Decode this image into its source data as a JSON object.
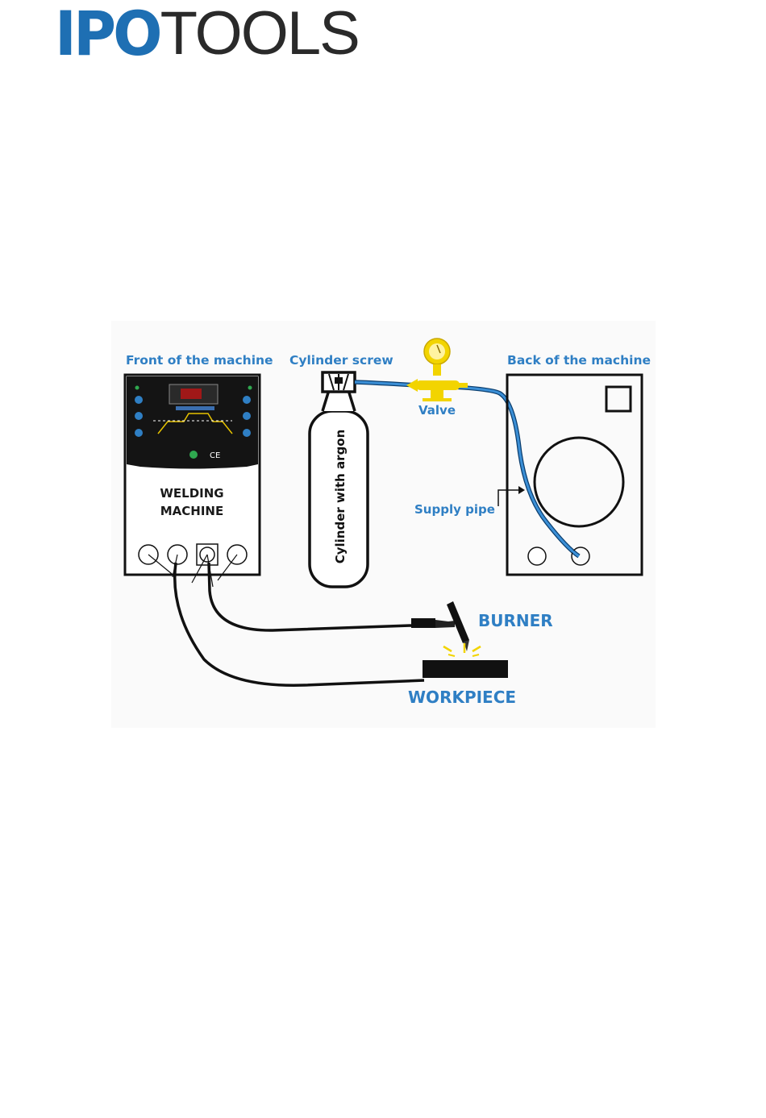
{
  "logo": {
    "part1": "IPO",
    "part2": "TOOLS",
    "color_primary": "#1e6fb3",
    "color_secondary": "#2a2a2a"
  },
  "diagram": {
    "label_front": "Front of the machine",
    "label_cylinder_screw": "Cylinder screw",
    "label_back": "Back of the machine",
    "label_valve": "Valve",
    "label_welding_machine_line1": "WELDING",
    "label_welding_machine_line2": "MACHINE",
    "label_cylinder": "Cylinder with argon",
    "label_supply_pipe": "Supply pipe",
    "label_burner": "BURNER",
    "label_workpiece": "WORKPIECE",
    "panel_marking": "CE",
    "colors": {
      "label_blue": "#2f7fc4",
      "pipe_blue": "#3b8fd6",
      "valve_yellow": "#f2d400",
      "outline": "#111111"
    }
  }
}
